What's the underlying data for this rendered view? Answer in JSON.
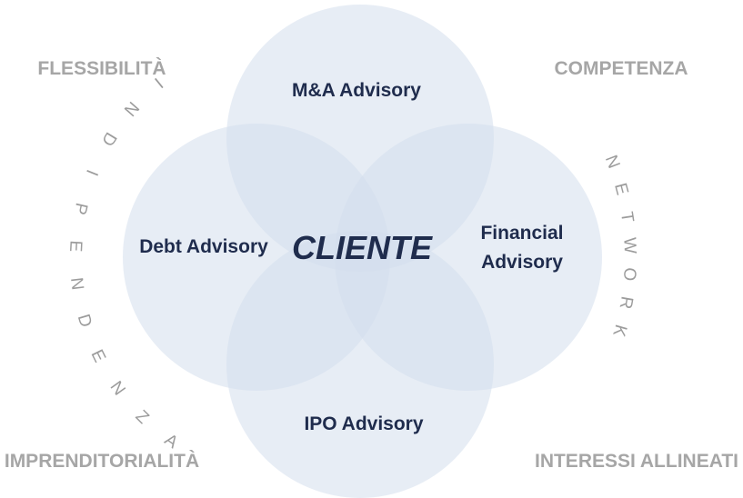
{
  "diagram": {
    "center": "CLIENTE",
    "services": {
      "top": "M&A Advisory",
      "left": "Debt Advisory",
      "right_line1": "Financial",
      "right_line2": "Advisory",
      "bottom": "IPO Advisory"
    },
    "values": {
      "top_left": "FLESSIBILITÀ",
      "top_right": "COMPETENZA",
      "bottom_left": "IMPRENDITORIALITÀ",
      "bottom_right": "INTERESSI ALLINEATI",
      "arc_left": "INDIPENDENZA",
      "arc_right": "NETWORK"
    },
    "colors": {
      "circle_fill": "#d4deec",
      "service_text": "#1f2c4d",
      "value_text": "#a6a6a6"
    }
  }
}
